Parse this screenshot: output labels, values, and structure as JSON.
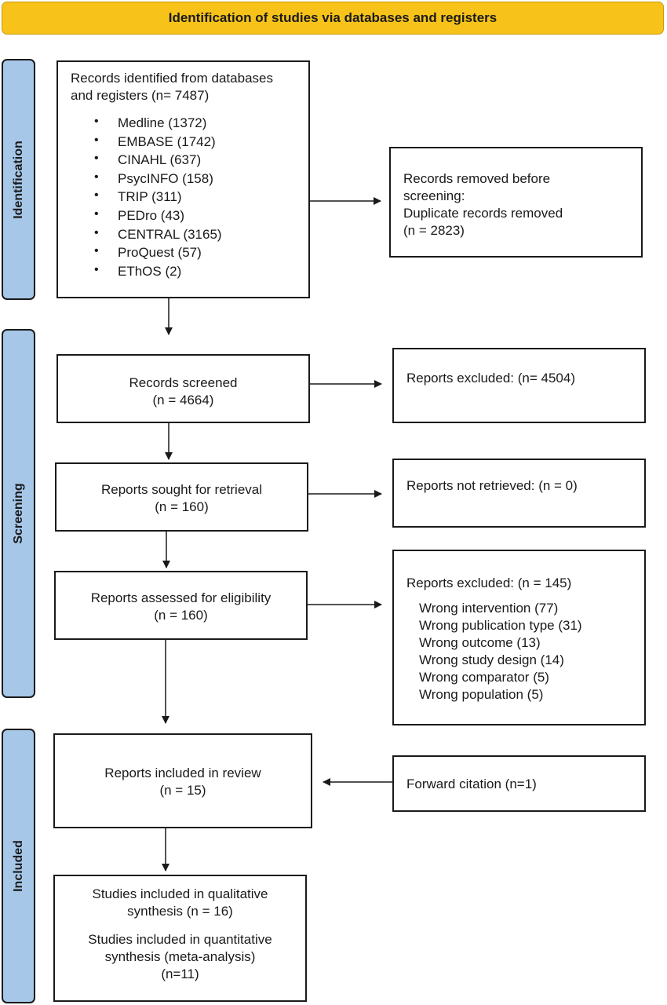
{
  "banner": {
    "title": "Identification of studies via databases and registers"
  },
  "phases": {
    "identification": "Identification",
    "screening": "Screening",
    "included": "Included"
  },
  "records_identified": {
    "line1": "Records identified from databases",
    "line2": "and registers (n= 7487)",
    "sources": [
      "Medline (1372)",
      "EMBASE (1742)",
      "CINAHL (637)",
      "PsycINFO (158)",
      "TRIP (311)",
      "PEDro (43)",
      "CENTRAL (3165)",
      "ProQuest (57)",
      "EThOS (2)"
    ]
  },
  "records_removed": {
    "line1": "Records removed before",
    "line2": "screening:",
    "line3": "Duplicate records removed",
    "line4": "(n = 2823)"
  },
  "records_screened": {
    "line1": "Records screened",
    "line2": "(n = 4664)"
  },
  "reports_excluded_1": {
    "text": "Reports excluded: (n= 4504)"
  },
  "reports_sought": {
    "line1": "Reports sought for retrieval",
    "line2": "(n = 160)"
  },
  "reports_not_retrieved": {
    "text": "Reports not retrieved: (n = 0)"
  },
  "reports_assessed": {
    "line1": "Reports assessed for eligibility",
    "line2": "(n = 160)"
  },
  "reports_excluded_2": {
    "title": "Reports excluded: (n = 145)",
    "reasons": [
      "Wrong intervention (77)",
      "Wrong publication type (31)",
      "Wrong outcome (13)",
      "Wrong study design (14)",
      "Wrong comparator (5)",
      "Wrong population (5)"
    ]
  },
  "reports_included": {
    "line1": "Reports included in review",
    "line2": "(n = 15)"
  },
  "forward_citation": {
    "text": "Forward citation (n=1)"
  },
  "studies_included": {
    "qual_line1": "Studies included in qualitative",
    "qual_line2": "synthesis (n = 16)",
    "quant_line1": "Studies included in quantitative",
    "quant_line2": "synthesis (meta-analysis)",
    "quant_line3": "(n=11)"
  }
}
